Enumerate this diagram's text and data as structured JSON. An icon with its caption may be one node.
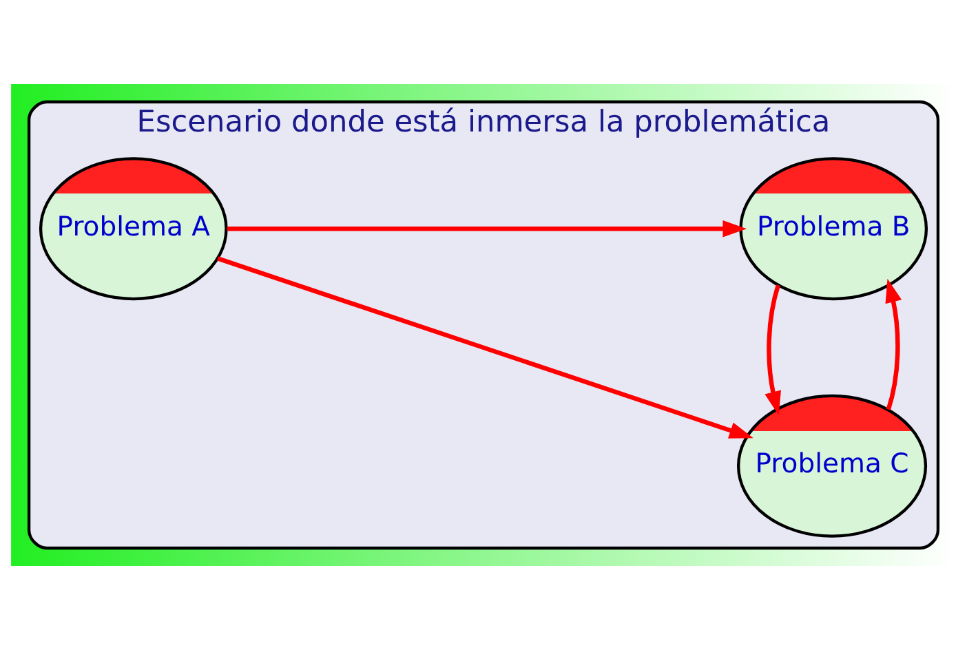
{
  "diagram": {
    "nodes": [
      {
        "text": [
          "Escenario donde está inmersa la problemática"
        ]
      },
      {
        "text": [
          "Problema A"
        ],
        "in": 0
      },
      {
        "text": [
          "Problema B"
        ],
        "in": 0
      },
      {
        "text": [
          "Problema C"
        ],
        "in": 0
      }
    ],
    "edges": [
      {
        "from": 1,
        "to": 2,
        "arrow": "to"
      },
      {
        "from": 1,
        "to": 3,
        "arrow": "to"
      },
      {
        "from": 3,
        "to": 2,
        "arrow": "to"
      },
      {
        "from": 2,
        "to": 3,
        "arrow": "to"
      }
    ]
  }
}
